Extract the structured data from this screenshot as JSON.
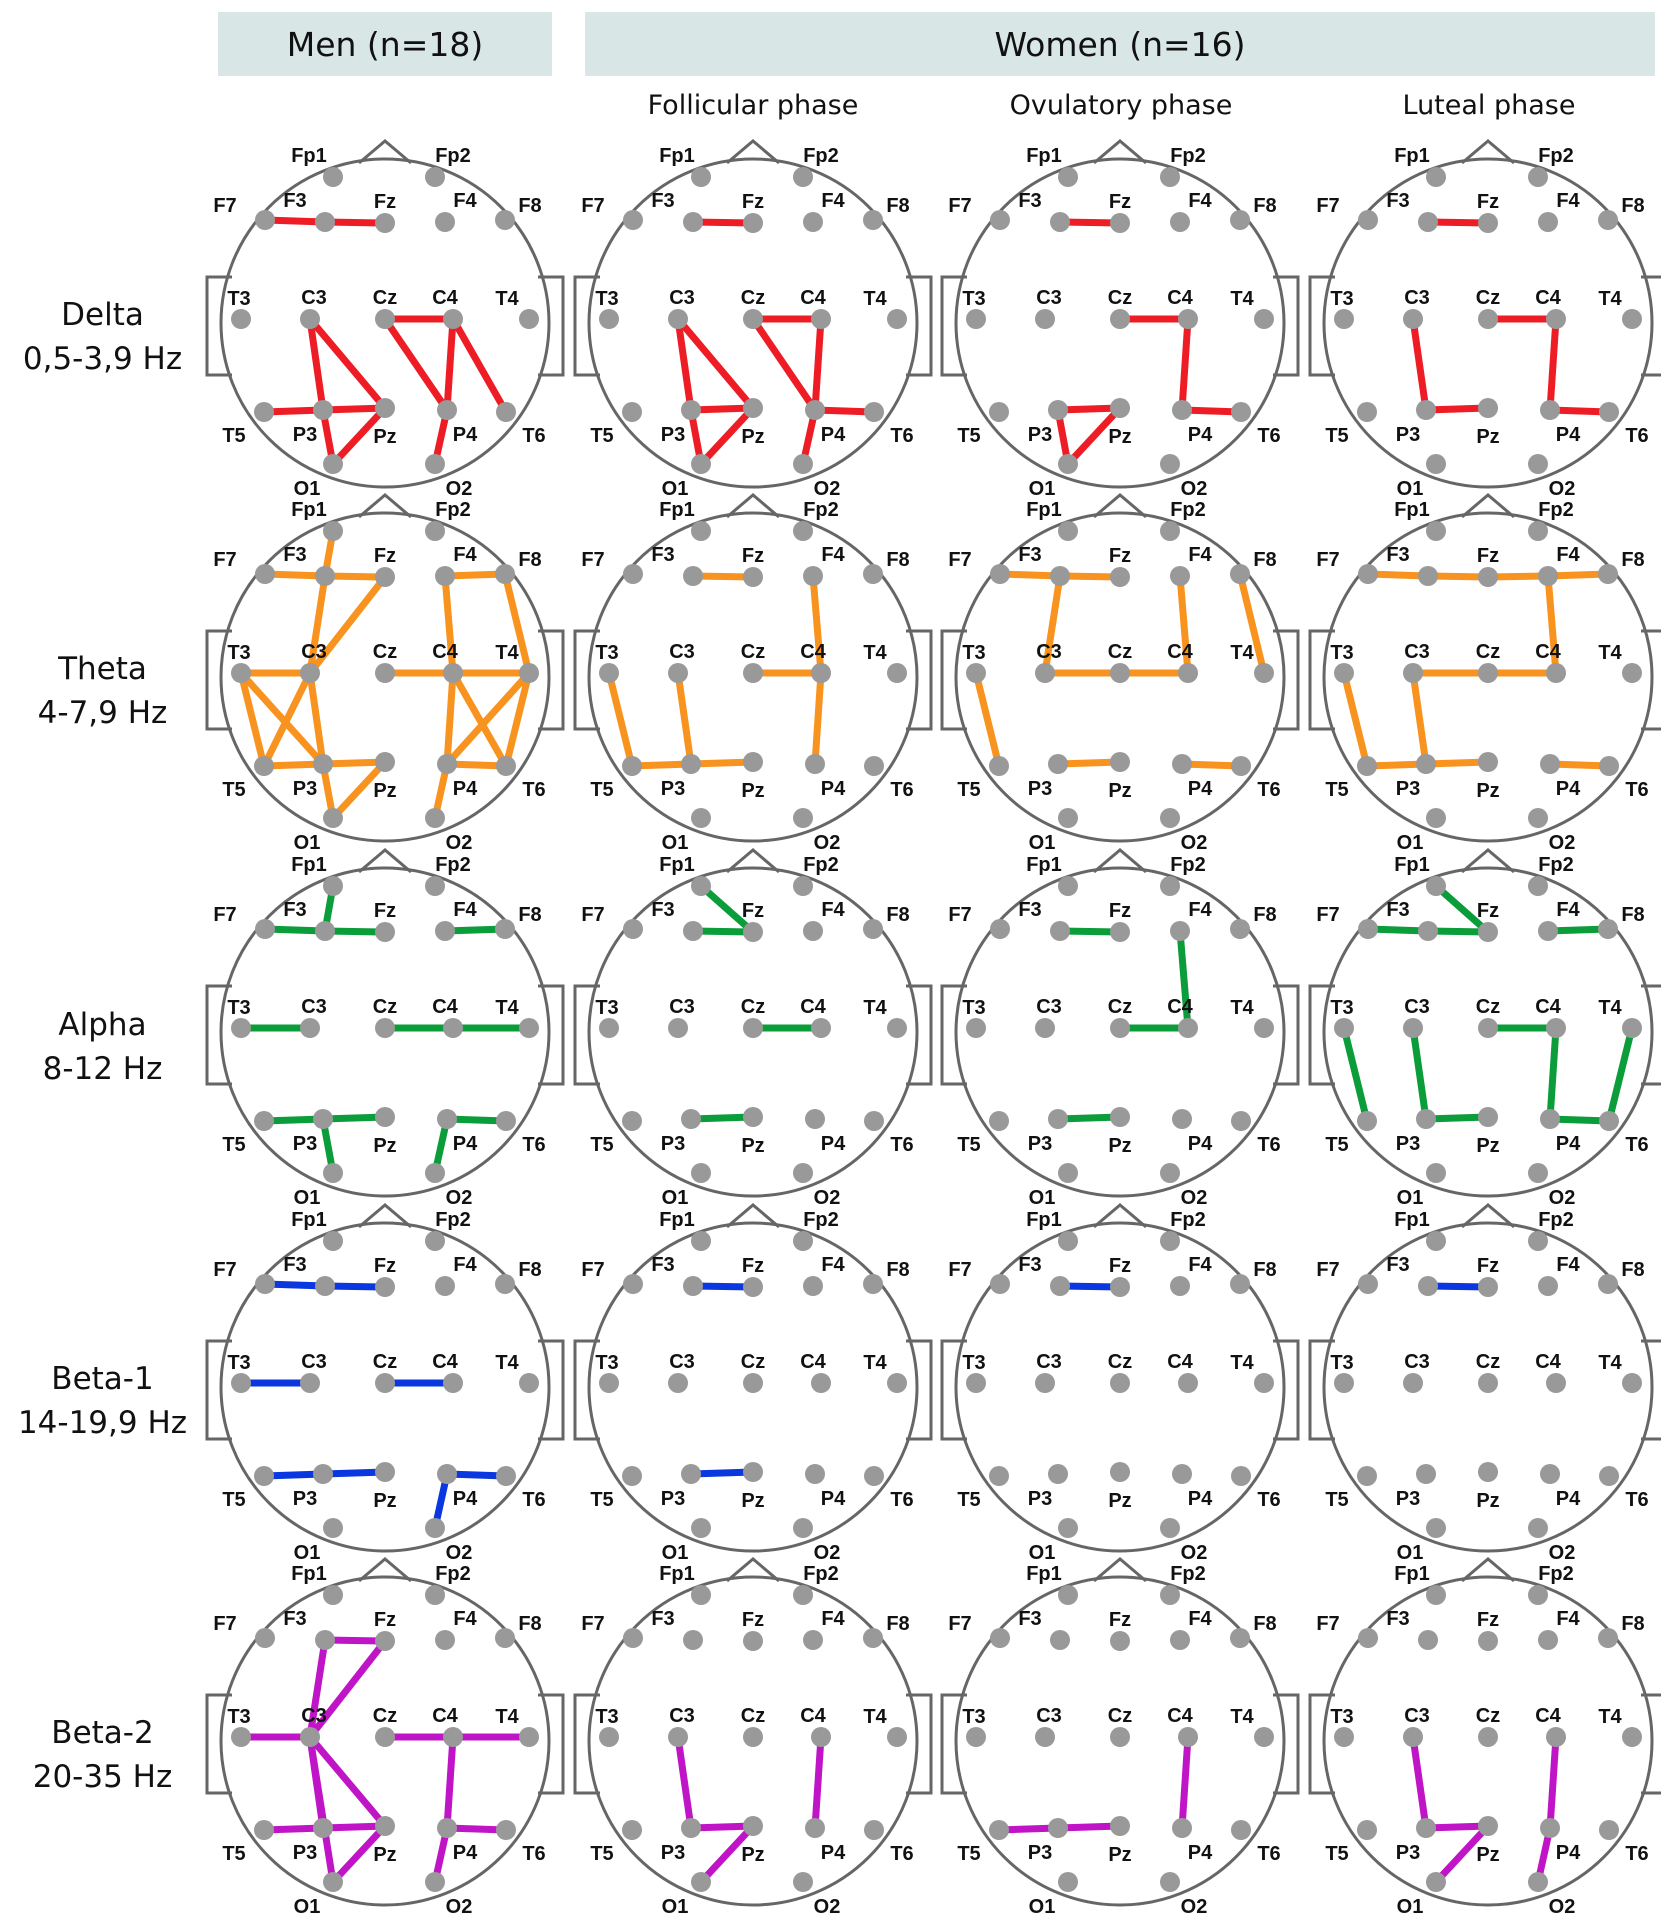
{
  "headers": {
    "men": "Men (n=18)",
    "women": "Women (n=16)"
  },
  "phases": [
    "Follicular phase",
    "Ovulatory phase",
    "Luteal phase"
  ],
  "bands": [
    {
      "name": "Delta",
      "range": "0,5-3,9 Hz",
      "color": "#ee1c25"
    },
    {
      "name": "Theta",
      "range": "4-7,9 Hz",
      "color": "#f7931e"
    },
    {
      "name": "Alpha",
      "range": "8-12 Hz",
      "color": "#0a9d3a"
    },
    {
      "name": "Beta-1",
      "range": "14-19,9 Hz",
      "color": "#0a37e0"
    },
    {
      "name": "Beta-2",
      "range": "20-35 Hz",
      "color": "#c014c7"
    }
  ],
  "electrodes": [
    "Fp1",
    "Fp2",
    "F7",
    "F3",
    "Fz",
    "F4",
    "F8",
    "T3",
    "C3",
    "Cz",
    "C4",
    "T4",
    "T5",
    "P3",
    "Pz",
    "P4",
    "T6",
    "O1",
    "O2"
  ],
  "connections": [
    [
      [
        [
          "F7",
          "F3"
        ],
        [
          "F3",
          "Fz"
        ],
        [
          "C3",
          "P3"
        ],
        [
          "C3",
          "Pz"
        ],
        [
          "T5",
          "P3"
        ],
        [
          "P3",
          "Pz"
        ],
        [
          "P3",
          "O1"
        ],
        [
          "Pz",
          "O1"
        ],
        [
          "Cz",
          "C4"
        ],
        [
          "Cz",
          "P4"
        ],
        [
          "C4",
          "P4"
        ],
        [
          "C4",
          "T6"
        ],
        [
          "P4",
          "O2"
        ]
      ],
      [
        [
          "F3",
          "Fz"
        ],
        [
          "C3",
          "P3"
        ],
        [
          "C3",
          "Pz"
        ],
        [
          "P3",
          "Pz"
        ],
        [
          "P3",
          "O1"
        ],
        [
          "Pz",
          "O1"
        ],
        [
          "Cz",
          "C4"
        ],
        [
          "Cz",
          "P4"
        ],
        [
          "C4",
          "P4"
        ],
        [
          "P4",
          "T6"
        ],
        [
          "P4",
          "O2"
        ]
      ],
      [
        [
          "F3",
          "Fz"
        ],
        [
          "Cz",
          "C4"
        ],
        [
          "C4",
          "P4"
        ],
        [
          "P4",
          "T6"
        ],
        [
          "P3",
          "Pz"
        ],
        [
          "P3",
          "O1"
        ],
        [
          "Pz",
          "O1"
        ]
      ],
      [
        [
          "F3",
          "Fz"
        ],
        [
          "C3",
          "P3"
        ],
        [
          "P3",
          "Pz"
        ],
        [
          "Cz",
          "C4"
        ],
        [
          "C4",
          "P4"
        ],
        [
          "P4",
          "T6"
        ]
      ]
    ],
    [
      [
        [
          "Fp1",
          "F3"
        ],
        [
          "F7",
          "F3"
        ],
        [
          "F3",
          "Fz"
        ],
        [
          "F3",
          "C3"
        ],
        [
          "Fz",
          "C3"
        ],
        [
          "T3",
          "C3"
        ],
        [
          "T3",
          "T5"
        ],
        [
          "T3",
          "P3"
        ],
        [
          "C3",
          "T5"
        ],
        [
          "C3",
          "P3"
        ],
        [
          "T5",
          "P3"
        ],
        [
          "P3",
          "O1"
        ],
        [
          "Pz",
          "O1"
        ],
        [
          "P3",
          "Pz"
        ],
        [
          "F4",
          "F8"
        ],
        [
          "F4",
          "C4"
        ],
        [
          "F8",
          "T4"
        ],
        [
          "Cz",
          "C4"
        ],
        [
          "C4",
          "T4"
        ],
        [
          "C4",
          "P4"
        ],
        [
          "C4",
          "T6"
        ],
        [
          "T4",
          "P4"
        ],
        [
          "T4",
          "T6"
        ],
        [
          "P4",
          "T6"
        ],
        [
          "P4",
          "O2"
        ]
      ],
      [
        [
          "F3",
          "Fz"
        ],
        [
          "F4",
          "C4"
        ],
        [
          "Cz",
          "C4"
        ],
        [
          "C4",
          "P4"
        ],
        [
          "T3",
          "T5"
        ],
        [
          "T5",
          "P3"
        ],
        [
          "P3",
          "Pz"
        ],
        [
          "C3",
          "P3"
        ]
      ],
      [
        [
          "F7",
          "F3"
        ],
        [
          "F3",
          "Fz"
        ],
        [
          "F3",
          "C3"
        ],
        [
          "C3",
          "Cz"
        ],
        [
          "Cz",
          "C4"
        ],
        [
          "F4",
          "C4"
        ],
        [
          "F8",
          "T4"
        ],
        [
          "T3",
          "T5"
        ],
        [
          "P3",
          "Pz"
        ],
        [
          "P4",
          "T6"
        ]
      ],
      [
        [
          "F7",
          "F3"
        ],
        [
          "F3",
          "Fz"
        ],
        [
          "Fz",
          "F4"
        ],
        [
          "F4",
          "F8"
        ],
        [
          "F4",
          "C4"
        ],
        [
          "C3",
          "Cz"
        ],
        [
          "Cz",
          "C4"
        ],
        [
          "C3",
          "P3"
        ],
        [
          "T3",
          "T5"
        ],
        [
          "T5",
          "P3"
        ],
        [
          "P3",
          "Pz"
        ],
        [
          "P4",
          "T6"
        ]
      ]
    ],
    [
      [
        [
          "Fp1",
          "F3"
        ],
        [
          "F7",
          "F3"
        ],
        [
          "F3",
          "Fz"
        ],
        [
          "F4",
          "F8"
        ],
        [
          "T3",
          "C3"
        ],
        [
          "Cz",
          "C4"
        ],
        [
          "C4",
          "T4"
        ],
        [
          "T5",
          "P3"
        ],
        [
          "P3",
          "Pz"
        ],
        [
          "P3",
          "O1"
        ],
        [
          "P4",
          "T6"
        ],
        [
          "P4",
          "O2"
        ]
      ],
      [
        [
          "Fp1",
          "Fz"
        ],
        [
          "F3",
          "Fz"
        ],
        [
          "Cz",
          "C4"
        ],
        [
          "P3",
          "Pz"
        ]
      ],
      [
        [
          "F3",
          "Fz"
        ],
        [
          "F4",
          "C4"
        ],
        [
          "Cz",
          "C4"
        ],
        [
          "P3",
          "Pz"
        ]
      ],
      [
        [
          "Fp1",
          "Fz"
        ],
        [
          "F7",
          "F3"
        ],
        [
          "F3",
          "Fz"
        ],
        [
          "F4",
          "F8"
        ],
        [
          "T3",
          "T5"
        ],
        [
          "Cz",
          "C4"
        ],
        [
          "C4",
          "P4"
        ],
        [
          "P3",
          "Pz"
        ],
        [
          "C3",
          "P3"
        ],
        [
          "P4",
          "T6"
        ],
        [
          "T4",
          "T6"
        ]
      ]
    ],
    [
      [
        [
          "F7",
          "F3"
        ],
        [
          "F3",
          "Fz"
        ],
        [
          "T3",
          "C3"
        ],
        [
          "Cz",
          "C4"
        ],
        [
          "T5",
          "P3"
        ],
        [
          "P3",
          "Pz"
        ],
        [
          "P4",
          "T6"
        ],
        [
          "P4",
          "O2"
        ]
      ],
      [
        [
          "F3",
          "Fz"
        ],
        [
          "P3",
          "Pz"
        ]
      ],
      [
        [
          "F3",
          "Fz"
        ]
      ],
      [
        [
          "F3",
          "Fz"
        ]
      ]
    ],
    [
      [
        [
          "F3",
          "Fz"
        ],
        [
          "F3",
          "C3"
        ],
        [
          "Fz",
          "C3"
        ],
        [
          "T3",
          "C3"
        ],
        [
          "C3",
          "P3"
        ],
        [
          "C3",
          "Pz"
        ],
        [
          "C3",
          "O1"
        ],
        [
          "T5",
          "P3"
        ],
        [
          "P3",
          "Pz"
        ],
        [
          "Pz",
          "O1"
        ],
        [
          "Cz",
          "C4"
        ],
        [
          "C4",
          "T4"
        ],
        [
          "C4",
          "P4"
        ],
        [
          "P4",
          "T6"
        ],
        [
          "P4",
          "O2"
        ]
      ],
      [
        [
          "C3",
          "P3"
        ],
        [
          "P3",
          "Pz"
        ],
        [
          "Pz",
          "O1"
        ],
        [
          "C4",
          "P4"
        ]
      ],
      [
        [
          "T5",
          "P3"
        ],
        [
          "P3",
          "Pz"
        ],
        [
          "C4",
          "P4"
        ]
      ],
      [
        [
          "C3",
          "P3"
        ],
        [
          "P3",
          "Pz"
        ],
        [
          "Pz",
          "O1"
        ],
        [
          "C4",
          "P4"
        ],
        [
          "P4",
          "O2"
        ]
      ]
    ]
  ]
}
